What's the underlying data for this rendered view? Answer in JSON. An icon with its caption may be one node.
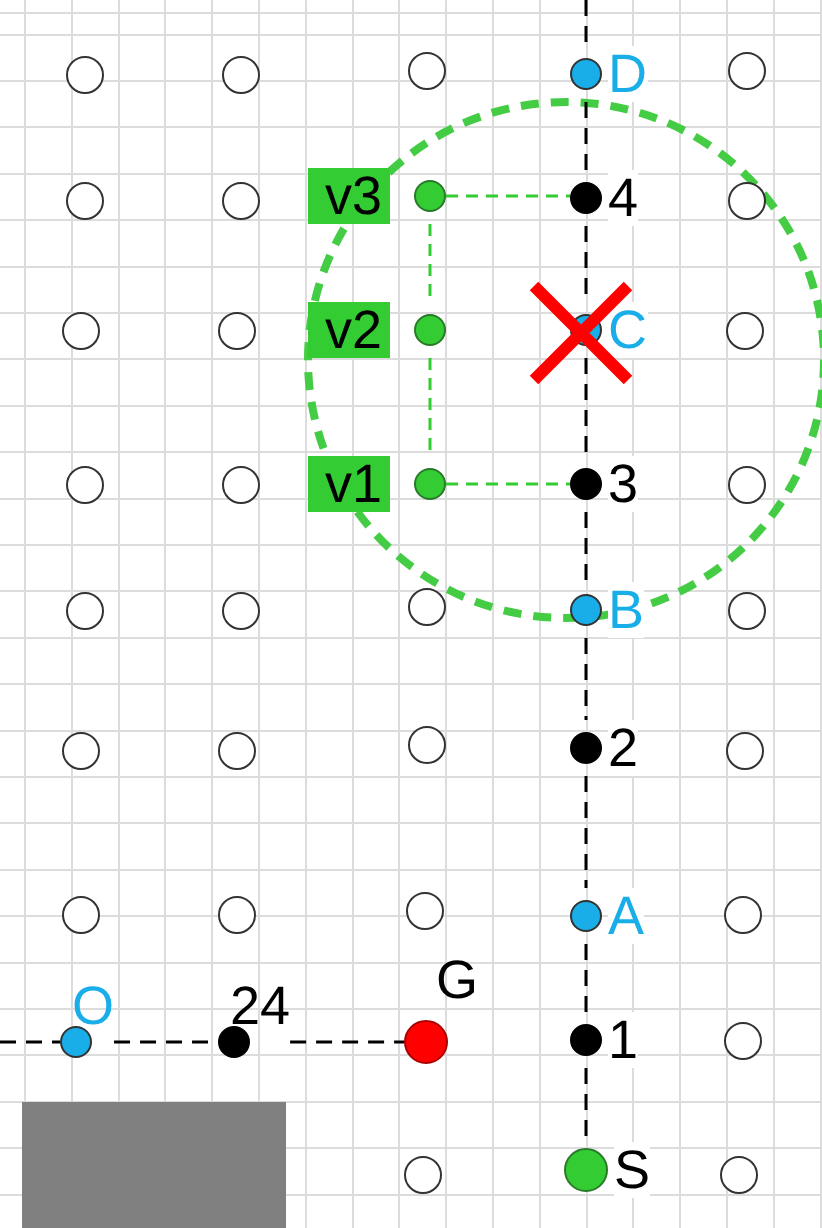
{
  "diagram": {
    "nodes": [
      {
        "text": [],
        "shape": "circle"
      },
      {
        "text": [],
        "shape": "circle"
      },
      {
        "text": [],
        "shape": "circle"
      },
      {
        "text": [
          "D"
        ]
      },
      {
        "text": [],
        "shape": "circle"
      },
      {
        "text": [],
        "shape": "circle"
      },
      {
        "text": [],
        "shape": "circle"
      },
      {
        "text": [
          "v3"
        ]
      },
      {
        "text": [
          "4"
        ]
      },
      {
        "text": [],
        "shape": "circle"
      },
      {
        "text": [],
        "shape": "circle"
      },
      {
        "text": [],
        "shape": "circle"
      },
      {
        "text": [
          "v2"
        ]
      },
      {
        "text": [
          "C"
        ]
      },
      {
        "text": [],
        "shape": "circle"
      },
      {
        "text": [],
        "shape": "circle"
      },
      {
        "text": [],
        "shape": "circle"
      },
      {
        "text": [
          "v1"
        ]
      },
      {
        "text": [
          "3"
        ]
      },
      {
        "text": [],
        "shape": "circle"
      },
      {
        "text": [],
        "shape": "circle"
      },
      {
        "text": [],
        "shape": "circle"
      },
      {
        "text": [],
        "shape": "circle"
      },
      {
        "text": [
          "B"
        ]
      },
      {
        "text": [],
        "shape": "circle"
      },
      {
        "text": [],
        "shape": "circle"
      },
      {
        "text": [],
        "shape": "circle"
      },
      {
        "text": [],
        "shape": "circle"
      },
      {
        "text": [
          "2"
        ]
      },
      {
        "text": [],
        "shape": "circle"
      },
      {
        "text": [],
        "shape": "circle"
      },
      {
        "text": [],
        "shape": "circle"
      },
      {
        "text": [],
        "shape": "circle"
      },
      {
        "text": [
          "A"
        ]
      },
      {
        "text": [],
        "shape": "circle"
      },
      {
        "text": [
          "O"
        ]
      },
      {
        "text": [
          "24"
        ]
      },
      {
        "text": [
          "G"
        ]
      },
      {
        "text": [
          "1"
        ]
      },
      {
        "text": [],
        "shape": "circle"
      },
      {
        "text": [],
        "shape": "box"
      },
      {
        "text": [],
        "shape": "circle"
      },
      {
        "text": [
          "S"
        ]
      },
      {
        "text": [],
        "shape": "circle"
      }
    ],
    "edges": [
      {
        "from": null,
        "to": 3,
        "arrow": "none",
        "style": "dashed"
      },
      {
        "from": 3,
        "to": 8,
        "arrow": "none",
        "style": "dashed"
      },
      {
        "from": 8,
        "to": 13,
        "arrow": "none",
        "style": "dashed"
      },
      {
        "from": 13,
        "to": 18,
        "arrow": "none",
        "style": "dashed"
      },
      {
        "from": 18,
        "to": 23,
        "arrow": "none",
        "style": "dashed"
      },
      {
        "from": 23,
        "to": 28,
        "arrow": "none",
        "style": "dashed"
      },
      {
        "from": 28,
        "to": 33,
        "arrow": "none",
        "style": "dashed"
      },
      {
        "from": 33,
        "to": 38,
        "arrow": "none",
        "style": "dashed"
      },
      {
        "from": 38,
        "to": 42,
        "arrow": "none",
        "style": "dashed"
      },
      {
        "from": null,
        "to": 35,
        "arrow": "none",
        "style": "dashed"
      },
      {
        "from": 35,
        "to": 36,
        "arrow": "none",
        "style": "dashed"
      },
      {
        "from": 36,
        "to": 37,
        "arrow": "none",
        "style": "dashed"
      },
      {
        "from": 7,
        "to": 8,
        "arrow": "none",
        "style": "dashed",
        "color": "#33cc33"
      },
      {
        "from": 7,
        "to": 12,
        "arrow": "none",
        "style": "dashed",
        "color": "#33cc33"
      },
      {
        "from": 12,
        "to": 17,
        "arrow": "none",
        "style": "dashed",
        "color": "#33cc33"
      },
      {
        "from": 17,
        "to": 18,
        "arrow": "none",
        "style": "dashed",
        "color": "#33cc33"
      }
    ]
  }
}
